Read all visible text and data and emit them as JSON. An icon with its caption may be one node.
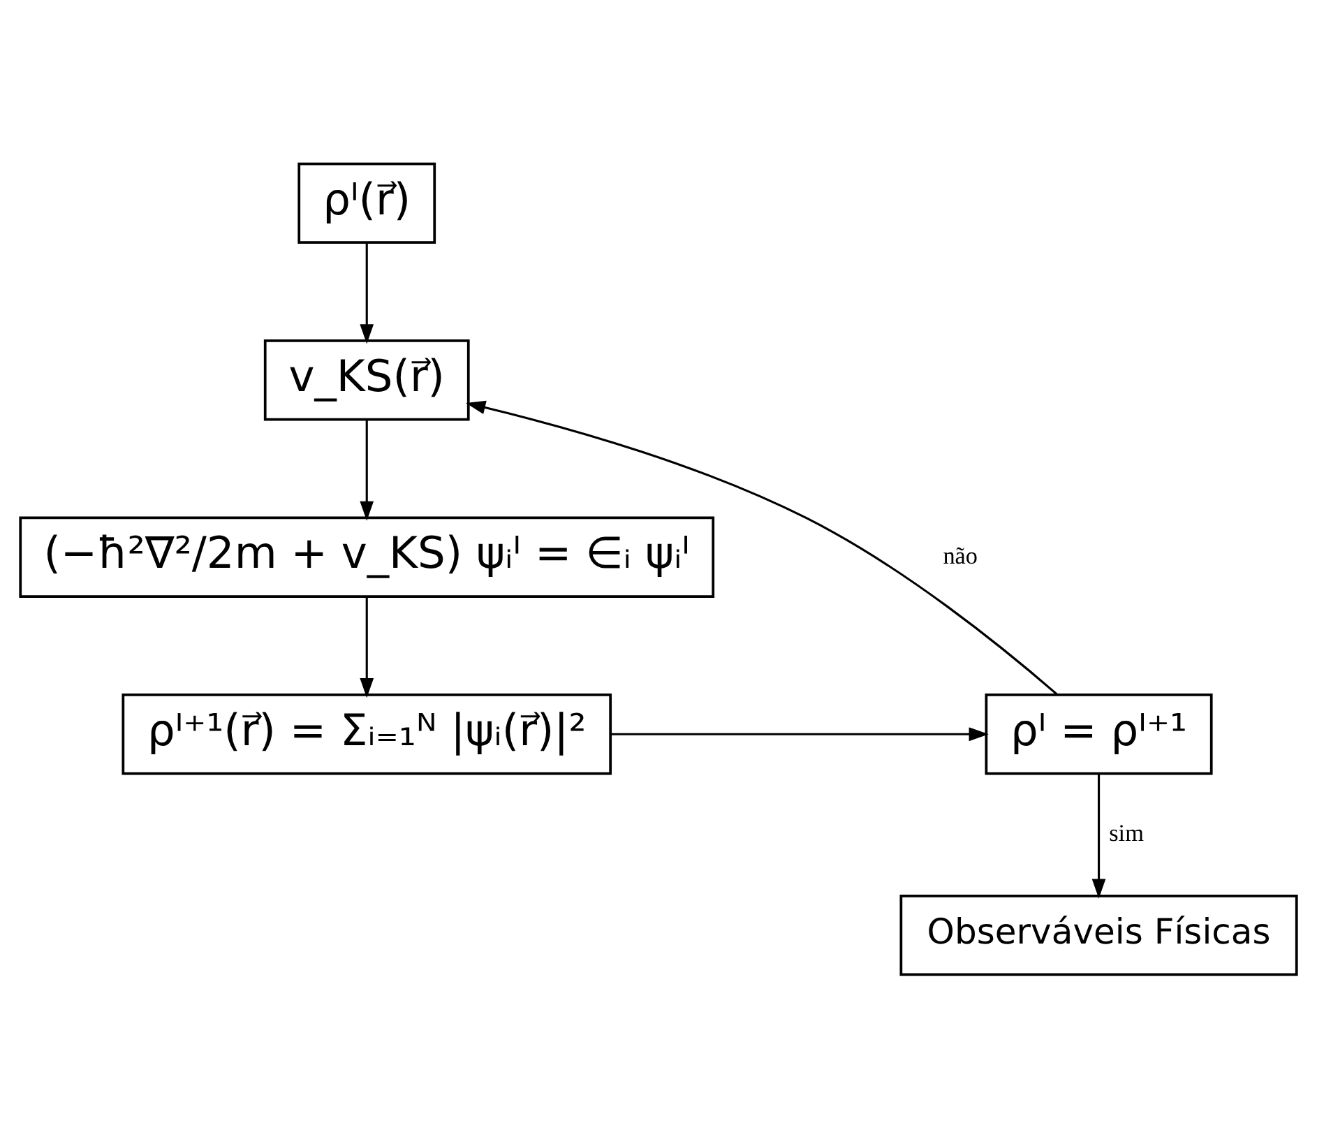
{
  "diagram": {
    "nodes": [
      {
        "text": [
          "ρᴵ(r⃗)"
        ]
      },
      {
        "text": [
          "v_KS(r⃗)"
        ]
      },
      {
        "text": [
          "(−ħ²∇²/2m + v_KS) ψᵢᴵ = ∈ᵢ ψᵢᴵ"
        ]
      },
      {
        "text": [
          "ρᴵ⁺¹(r⃗) = Σᵢ₌₁ᴺ |ψᵢ(r⃗)|²"
        ]
      },
      {
        "text": [
          "ρᴵ = ρᴵ⁺¹"
        ]
      },
      {
        "text": [
          "Observáveis Físicas"
        ]
      }
    ],
    "edges": [
      {
        "from": 0,
        "to": 1,
        "arrow": "to"
      },
      {
        "from": 1,
        "to": 2,
        "arrow": "to"
      },
      {
        "from": 2,
        "to": 3,
        "arrow": "to"
      },
      {
        "from": 3,
        "to": 4,
        "arrow": "to"
      },
      {
        "from": 4,
        "to": 1,
        "arrow": "to",
        "label": "não"
      },
      {
        "from": 4,
        "to": 5,
        "arrow": "to",
        "label": "sim"
      }
    ]
  }
}
